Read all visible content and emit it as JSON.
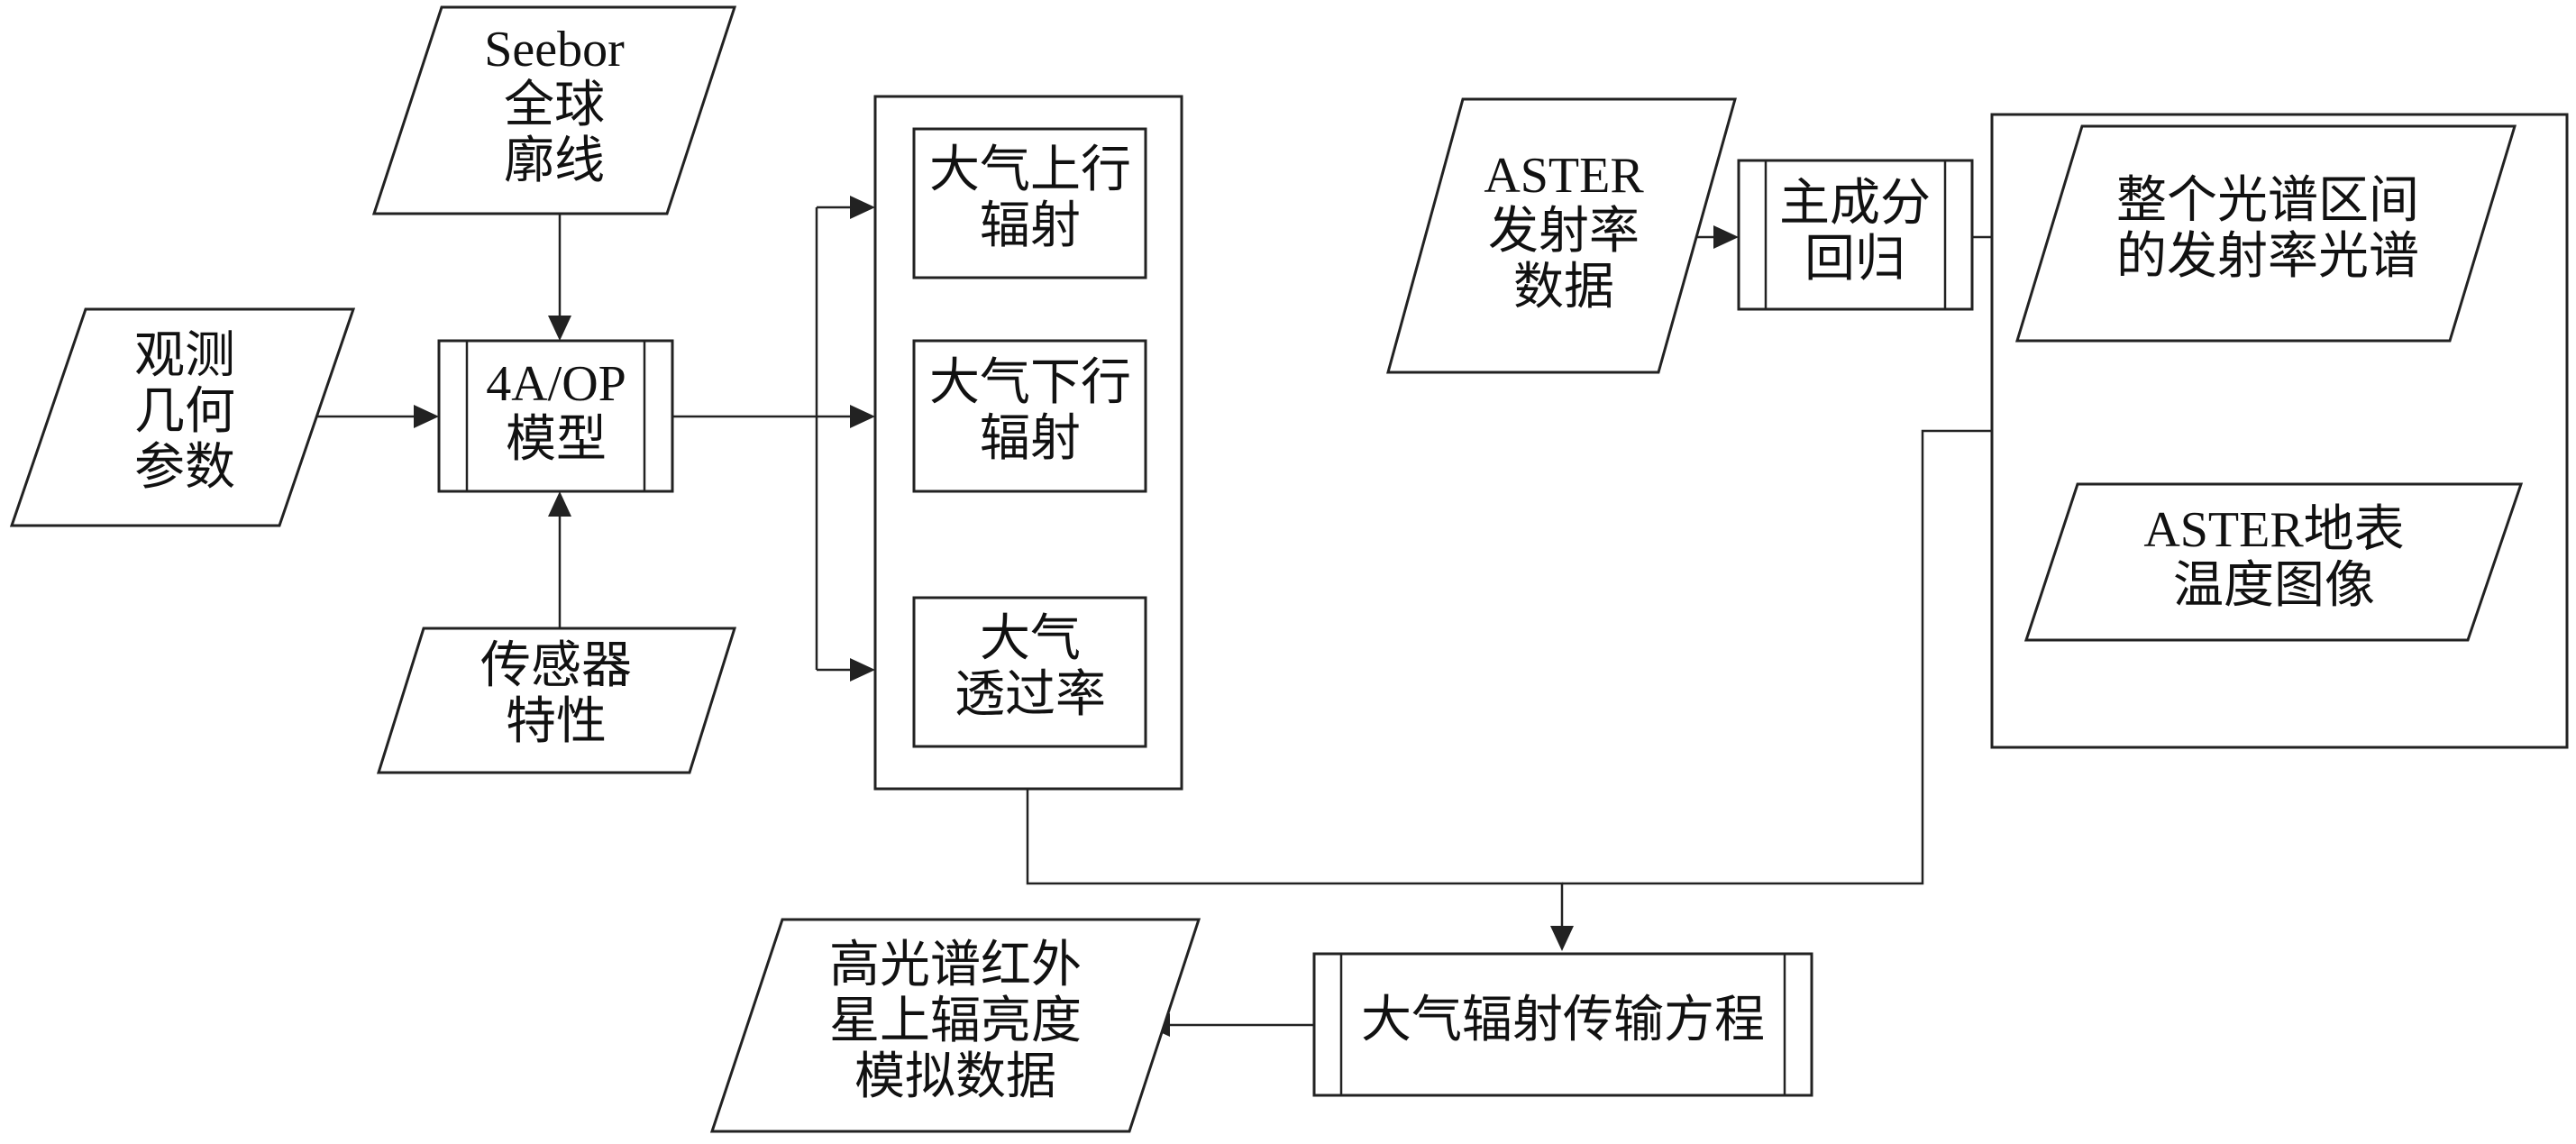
{
  "nodes": {
    "seebor": {
      "lines": [
        "Seebor",
        "全球",
        "廓线"
      ]
    },
    "geometry": {
      "lines": [
        "观测",
        "几何",
        "参数"
      ]
    },
    "sensor": {
      "lines": [
        "传感器",
        "特性"
      ]
    },
    "model": {
      "lines": [
        "4A/OP",
        "模型"
      ]
    },
    "upward": {
      "lines": [
        "大气上行",
        "辐射"
      ]
    },
    "downward": {
      "lines": [
        "大气下行",
        "辐射"
      ]
    },
    "transmittance": {
      "lines": [
        "大气",
        "透过率"
      ]
    },
    "aster_emis": {
      "lines": [
        "ASTER",
        "发射率",
        "数据"
      ]
    },
    "pca": {
      "lines": [
        "主成分",
        "回归"
      ]
    },
    "full_spectrum": {
      "lines": [
        "整个光谱区间",
        "的发射率光谱"
      ]
    },
    "aster_lst": {
      "lines": [
        "ASTER地表",
        "温度图像"
      ]
    },
    "rte": {
      "lines": [
        "大气辐射传输方程"
      ]
    },
    "output": {
      "lines": [
        "高光谱红外",
        "星上辐亮度",
        "模拟数据"
      ]
    }
  }
}
